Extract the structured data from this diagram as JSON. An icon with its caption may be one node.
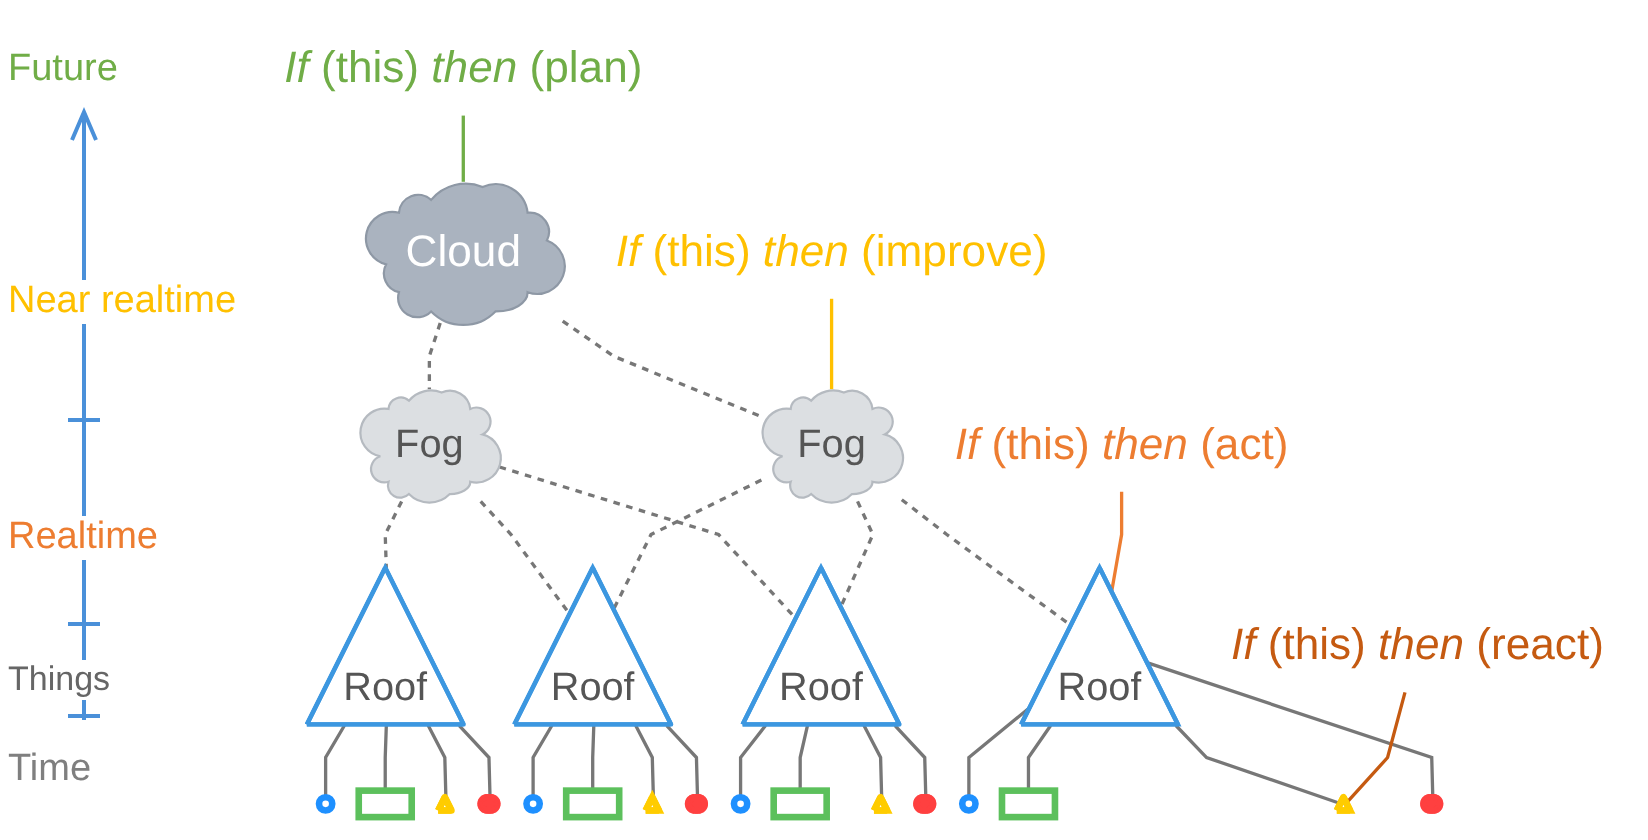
{
  "diagram": {
    "nodes": [
      {
        "text": [
          "Cloud"
        ]
      },
      {
        "text": [
          "*If* (this) *then* (plan)"
        ]
      },
      {
        "text": [
          "Fog"
        ]
      },
      {
        "text": [
          "Fog"
        ]
      },
      {
        "text": [
          "*If* (this) *then* (improve)"
        ]
      },
      {
        "text": [
          "Roof"
        ]
      },
      {
        "text": [
          "Roof"
        ]
      },
      {
        "text": [
          "Roof"
        ]
      },
      {
        "text": [
          "Roof"
        ]
      },
      {
        "text": [
          "*If* (this) *then* (act)"
        ]
      },
      {
        "text": [],
        "shape": "circle"
      },
      {
        "text": [],
        "shape": "box"
      },
      {
        "text": [],
        "shape": "triangle"
      },
      {
        "text": [],
        "shape": "person"
      },
      {
        "text": [],
        "shape": "circle"
      },
      {
        "text": [],
        "shape": "box"
      },
      {
        "text": [],
        "shape": "triangle"
      },
      {
        "text": [],
        "shape": "person"
      },
      {
        "text": [],
        "shape": "circle"
      },
      {
        "text": [],
        "shape": "box"
      },
      {
        "text": [],
        "shape": "triangle"
      },
      {
        "text": [],
        "shape": "person"
      },
      {
        "text": [],
        "shape": "circle"
      },
      {
        "text": [],
        "shape": "box"
      },
      {
        "text": [],
        "shape": "triangle"
      },
      {
        "text": [],
        "shape": "person"
      },
      {
        "text": [
          "*If* (this) *then* (react)"
        ]
      }
    ],
    "edges": [
      {
        "from": 0,
        "to": 2,
        "arrow": "none",
        "style": "dashed"
      },
      {
        "from": 0,
        "to": 3,
        "arrow": "none",
        "style": "dashed"
      },
      {
        "from": 1,
        "to": 0,
        "arrow": "none",
        "color": "#70ad47"
      },
      {
        "from": 2,
        "to": 5,
        "arrow": "none",
        "style": "dashed"
      },
      {
        "from": 2,
        "to": 6,
        "arrow": "none",
        "style": "dashed"
      },
      {
        "from": 2,
        "to": 7,
        "arrow": "none",
        "style": "dashed"
      },
      {
        "from": 3,
        "to": 6,
        "arrow": "none",
        "style": "dashed"
      },
      {
        "from": 3,
        "to": 7,
        "arrow": "none",
        "style": "dashed"
      },
      {
        "from": 3,
        "to": 8,
        "arrow": "none",
        "style": "dashed"
      },
      {
        "from": 4,
        "to": 3,
        "arrow": "none",
        "color": "#ffc000"
      },
      {
        "from": 9,
        "to": 8,
        "arrow": "none",
        "color": "#ed7d31"
      },
      {
        "from": 5,
        "to": 10,
        "arrow": "none"
      },
      {
        "from": 5,
        "to": 11,
        "arrow": "none"
      },
      {
        "from": 5,
        "to": 12,
        "arrow": "none"
      },
      {
        "from": 5,
        "to": 13,
        "arrow": "none"
      },
      {
        "from": 6,
        "to": 14,
        "arrow": "none"
      },
      {
        "from": 6,
        "to": 15,
        "arrow": "none"
      },
      {
        "from": 6,
        "to": 16,
        "arrow": "none"
      },
      {
        "from": 6,
        "to": 17,
        "arrow": "none"
      },
      {
        "from": 7,
        "to": 18,
        "arrow": "none"
      },
      {
        "from": 7,
        "to": 19,
        "arrow": "none"
      },
      {
        "from": 7,
        "to": 20,
        "arrow": "none"
      },
      {
        "from": 7,
        "to": 21,
        "arrow": "none"
      },
      {
        "from": 8,
        "to": 22,
        "arrow": "none"
      },
      {
        "from": 8,
        "to": 23,
        "arrow": "none"
      },
      {
        "from": 8,
        "to": 24,
        "arrow": "none"
      },
      {
        "from": 8,
        "to": 25,
        "arrow": "none"
      },
      {
        "from": 26,
        "to": 24,
        "arrow": "none",
        "color": "#c55a11"
      }
    ],
    "labels": [
      "Future",
      "Near realtime",
      "Realtime",
      "Things",
      "Time"
    ]
  }
}
